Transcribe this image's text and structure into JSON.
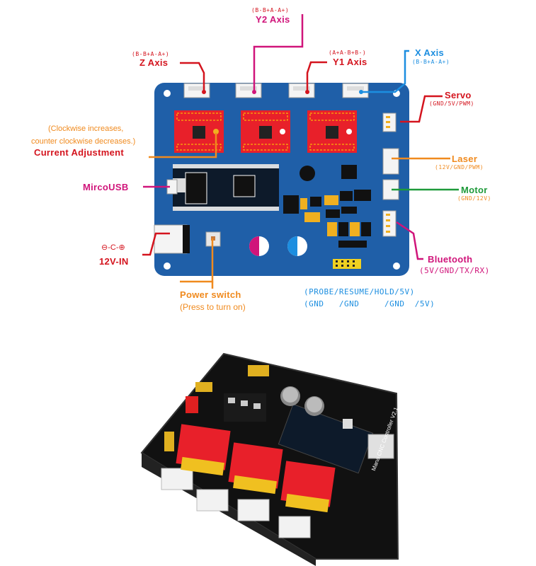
{
  "board": {
    "name": "Mana CNC Controller V2.1"
  },
  "labels": {
    "y2_axis": {
      "title": "Y2 Axis",
      "pins": "(B-B+A-A+)"
    },
    "z_axis": {
      "title": "Z Axis",
      "pins": "(B-B+A-A+)"
    },
    "y1_axis": {
      "title": "Y1 Axis",
      "pins": "(A+A-B+B-)"
    },
    "x_axis": {
      "title": "X Axis",
      "pins": "(B-B+A-A+)"
    },
    "servo": {
      "title": "Servo",
      "pins": "(GND/5V/PWM)"
    },
    "laser": {
      "title": "Laser",
      "pins": "(12V/GND/PWM)"
    },
    "motor": {
      "title": "Motor",
      "pins": "(GND/12V)"
    },
    "bluetooth": {
      "title": "Bluetooth",
      "pins": "(5V/GND/TX/RX)"
    },
    "current_adjustment": {
      "note_line1": "(Clockwise increases,",
      "note_line2": "counter clockwise decreases.)",
      "title": "Current Adjustment"
    },
    "micro_usb": {
      "title": "MircoUSB"
    },
    "power_in": {
      "title": "12V-IN",
      "symbol": "⊖-C-⊕"
    },
    "power_switch": {
      "title": "Power switch",
      "note": "(Press to turn on)"
    },
    "probe_header": {
      "line1": "(PROBE/RESUME/HOLD/5V)",
      "line2": "(GND   /GND     /GND  /5V)"
    }
  },
  "colors": {
    "board_blue": "#1f5fa8",
    "driver_red": "#e8202a",
    "magenta": "#d0147a",
    "red": "#d4141e",
    "blue": "#1c8ee0",
    "orange": "#f08a1e",
    "green": "#1e9a3a"
  },
  "photo": {
    "board_text": "Mana CNC Controller V2.1"
  }
}
